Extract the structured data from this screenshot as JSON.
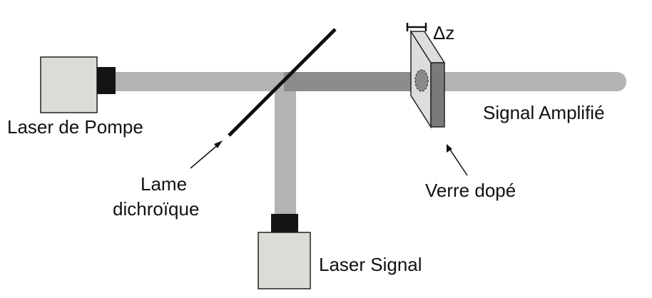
{
  "labels": {
    "pump_laser": "Laser de Pompe",
    "dichroic_line1": "Lame",
    "dichroic_line2": "dichroïque",
    "doped_glass": "Verre dopé",
    "amplified_signal": "Signal Amplifié",
    "signal_laser": "Laser Signal",
    "thickness": "Δz"
  },
  "colors": {
    "beam_light": "#b4b4b4",
    "beam_overlap": "#8c8c8c",
    "laser_body": "#dcdcd7",
    "laser_aperture": "#141414",
    "glass_face": "#dddddd",
    "glass_edge": "#7a7a7a",
    "mirror": "#111111"
  }
}
